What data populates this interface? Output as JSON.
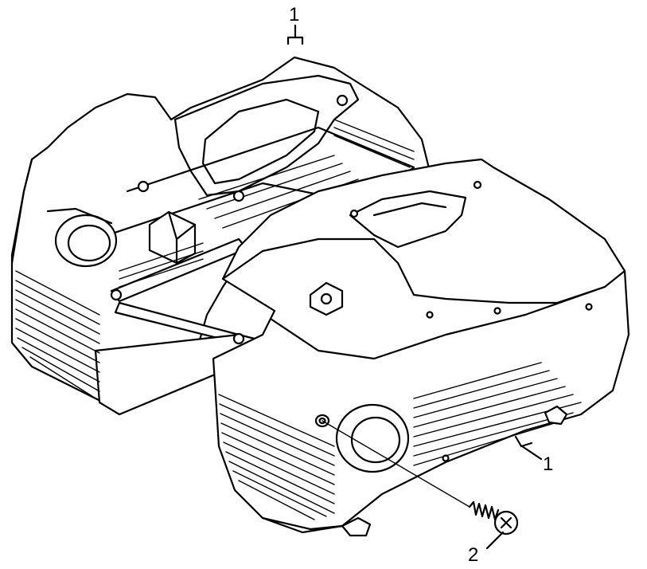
{
  "callouts": {
    "top": "1",
    "right": "1",
    "bottom": "2"
  },
  "colors": {
    "line": "#000000",
    "background": "#ffffff"
  }
}
